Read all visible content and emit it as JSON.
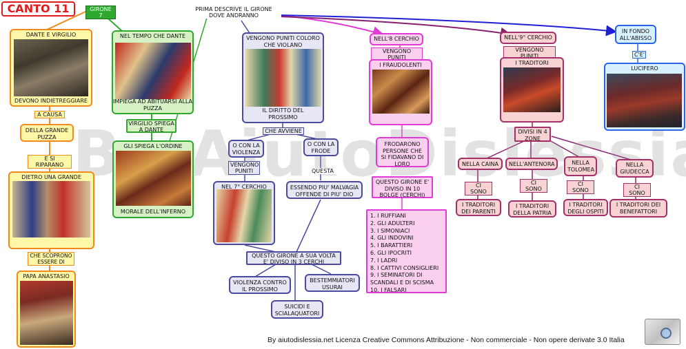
{
  "title": "CANTO 11",
  "top_links": {
    "girone": "GIRONE 7",
    "descrive": "PRIMA DESCRIVE IL GIRONE DOVE ANDRANNO"
  },
  "left_col": {
    "dante_virgilio": "DANTE E VIRGILIO",
    "devono": "DEVONO INDIETREGGIARE",
    "a_causa": "A CAUSA",
    "puzza": "DELLA GRANDE PUZZA",
    "riparano": "E SI RIPARANO",
    "tomba": "DIETRO UNA GRANDE TOMBA",
    "scoprono": "CHE SCOPRONO ESSERE DI",
    "papa": "PAPA ANASTASIO"
  },
  "green_col": {
    "tempo": "NEL TEMPO CHE DANTE",
    "impiega": "IMPIEGA AD ABITUARSI ALLA PUZZA",
    "virgilio": "VIRGILIO SPIEGA A DANTE",
    "spiega": "GLI SPIEGA L'ORDINE",
    "morale": "MORALE DELL'INFERNO"
  },
  "blue_col": {
    "puniti": "VENGONO PUNITI COLORO CHE VIOLANO",
    "diritto": "IL DIRITTO DEL PROSSIMO",
    "avviene": "CHE AVVIENE",
    "violenza": "O CON LA VIOLENZA",
    "vengono_puniti": "VENGONO PUNITI",
    "settimo": "NEL 7° CERCHIO",
    "frode": "O CON LA FRODE",
    "questa": "QUESTA",
    "malvagia": "ESSENDO PIU' MALVAGIA OFFENDE DI PIU' DIO",
    "girone": "QUESTO GIRONE A SUA VOLTA E' DIVISO IN 3 CERCHI",
    "prossimo": "VIOLENZA CONTRO IL PROSSIMO",
    "bestemmiatori": "BESTEMMIATORI USURAI",
    "suicidi": "SUICIDI E SCIALAQUATORI"
  },
  "pink_col": {
    "ottavo": "NELL'8 CERCHIO",
    "vengono": "VENGONO PUNITI",
    "fraudolenti": "I FRAUDOLENTI",
    "frodarono": "FRODARONO PERSONE CHE SI FIDAVANO DI LORO",
    "bolge": "QUESTO GIRONE E' DIVISO IN 10 BOLGE (CERCHI)",
    "list": [
      "1. I RUFFIANI",
      "2. GLI ADULTERI",
      "3. I SIMONIACI",
      "4. GLI INDOVINI",
      "5. I BARATTIERI",
      "6. GLI IPOCRITI",
      "7. I LADRI",
      "8. I CATTIVI CONSIGLIERI",
      "9. I SEMINATORI DI SCANDALI E DI SCISMA",
      "10. I FALSARI"
    ]
  },
  "red_col": {
    "nono": "NELL'9° CERCHIO",
    "vengono": "VENGONO PUNITI",
    "traditori": "I TRADITORI",
    "divisi": "DIVISI IN 4 ZONE",
    "caina": "NELLA CAINA",
    "antenora": "NELL'ANTENORA",
    "tolomea": "NELLA TOLOMEA",
    "giudecca": "NELLA GIUDECCA",
    "ci_sono": "CI SONO",
    "parenti": "I TRADITORI DEI PARENTI",
    "patria": "I TRADITORI DELLA PATRIA",
    "ospiti": "I TRADITORI DEGLI OSPITI",
    "benefattori": "I TRADITORI DEI BENEFATTORI"
  },
  "cyan_col": {
    "fondo": "IN FONDO ALL'ABISSO",
    "ce": "C'E'",
    "lucifero": "LUCIFERO"
  },
  "watermark": "By AiutoDislessia.net",
  "footer": "By aiutodislessia.net Licenza Creative Commons Attribuzione - Non commerciale - Non opere derivate 3.0 Italia",
  "colors": {
    "title_red": "#e01b1b",
    "yellow": "#fff7a8",
    "green": "#d6f2c4",
    "blue": "#e6e6f4",
    "pink": "#fbd0ef",
    "red": "#f9d3d3",
    "cyan": "#d7f1ff"
  }
}
